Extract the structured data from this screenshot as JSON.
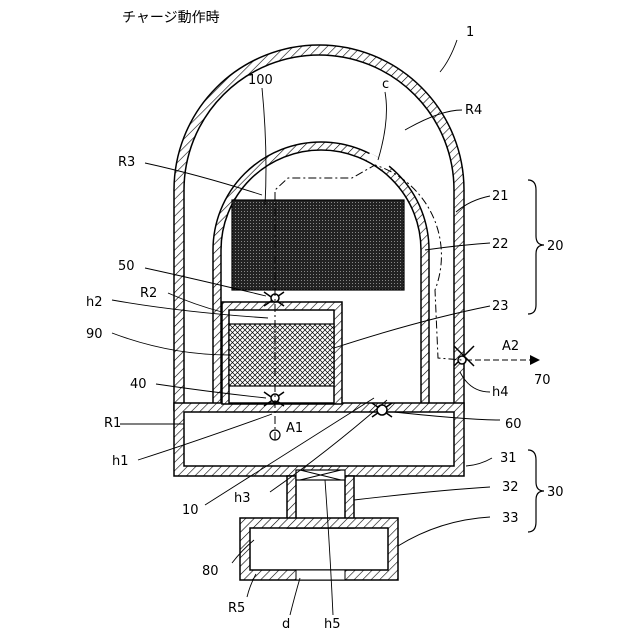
{
  "figure": {
    "title": "チャージ動作時",
    "device_number": "1"
  },
  "labels": {
    "n100": "100",
    "c": "c",
    "R4": "R4",
    "R3": "R3",
    "n21": "21",
    "n22": "22",
    "n20": "20",
    "n50": "50",
    "h2": "h2",
    "R2": "R2",
    "n23": "23",
    "n90": "90",
    "A2": "A2",
    "n70": "70",
    "h4": "h4",
    "n40": "40",
    "R1": "R1",
    "A1": "A1",
    "n60": "60",
    "h1": "h1",
    "n31": "31",
    "n32": "32",
    "n30": "30",
    "n33": "33",
    "n10": "10",
    "h3": "h3",
    "n80": "80",
    "R5": "R5",
    "d": "d",
    "h5": "h5"
  },
  "colors": {
    "line": "#000000",
    "background": "#ffffff",
    "dense_fill": "#222222"
  }
}
